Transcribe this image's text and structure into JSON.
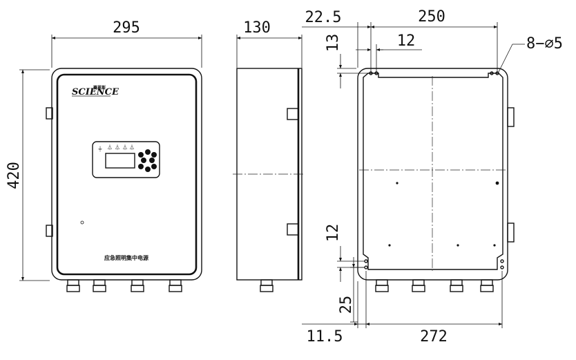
{
  "front_view": {
    "width_dim": "295",
    "height_dim": "420",
    "logo_text": "SCIENCE",
    "logo_cn": "赛恩斯",
    "panel_label": "应急照明集中电源"
  },
  "side_view": {
    "depth_dim": "130"
  },
  "back_view": {
    "edge_offset_dim": "22.5",
    "hole_spacing_dim": "250",
    "top_offset_dim": "13",
    "hole_pitch_dim": "12",
    "holes_dim": "8−∅5",
    "bottom_pitch_dim": "12",
    "bottom_extension_dim": "25",
    "bottom_edge_offset_dim": "11.5",
    "bottom_spacing_dim": "272"
  }
}
